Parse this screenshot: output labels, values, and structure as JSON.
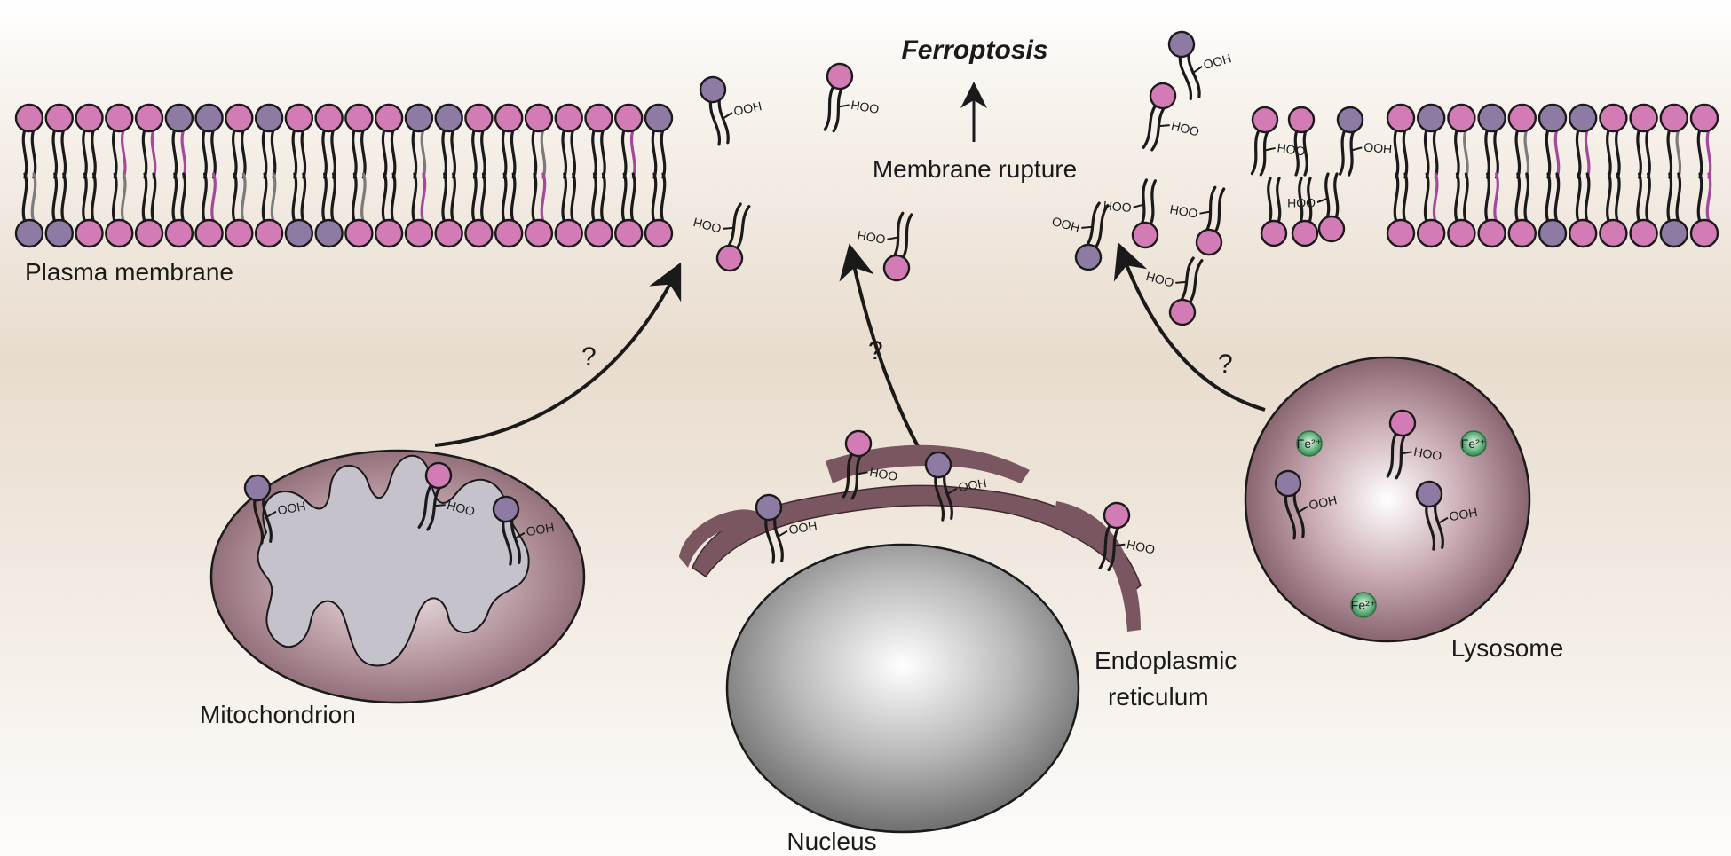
{
  "title": "Ferroptosis",
  "labels": {
    "membrane_rupture": "Membrane rupture",
    "plasma_membrane": "Plasma membrane",
    "mitochondrion": "Mitochondrion",
    "nucleus": "Nucleus",
    "er_line1": "Endoplasmic",
    "er_line2": "reticulum",
    "lysosome": "Lysosome"
  },
  "annotations": {
    "question": "?",
    "ooh": "OOH",
    "hoo": "HOO",
    "iron": "Fe²⁺"
  },
  "colors": {
    "background_band": "#e8dccd",
    "lipid_head_pink": "#d27bb5",
    "lipid_head_purple": "#8e7ba3",
    "tail_dark": "#1a1a1a",
    "tail_magenta": "#a5489b",
    "tail_grey": "#7b7b7b",
    "organelle_maroon": "#7a5660",
    "mito_inner": "#c4c0c8",
    "nucleus_grey": "#8f8f8f",
    "iron_green": "#2f8a4f"
  }
}
